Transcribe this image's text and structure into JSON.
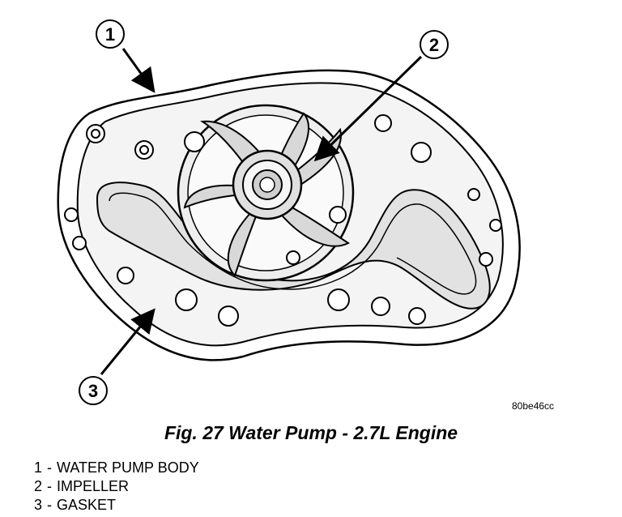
{
  "callouts": [
    {
      "number": "1",
      "label": "WATER PUMP BODY"
    },
    {
      "number": "2",
      "label": "IMPELLER"
    },
    {
      "number": "3",
      "label": "GASKET"
    }
  ],
  "legend_separator": "-",
  "image_ref": "80be46cc",
  "caption": "Fig. 27 Water Pump - 2.7L Engine",
  "colors": {
    "line": "#000000",
    "background": "#ffffff",
    "shade": "#cfcfcf"
  }
}
